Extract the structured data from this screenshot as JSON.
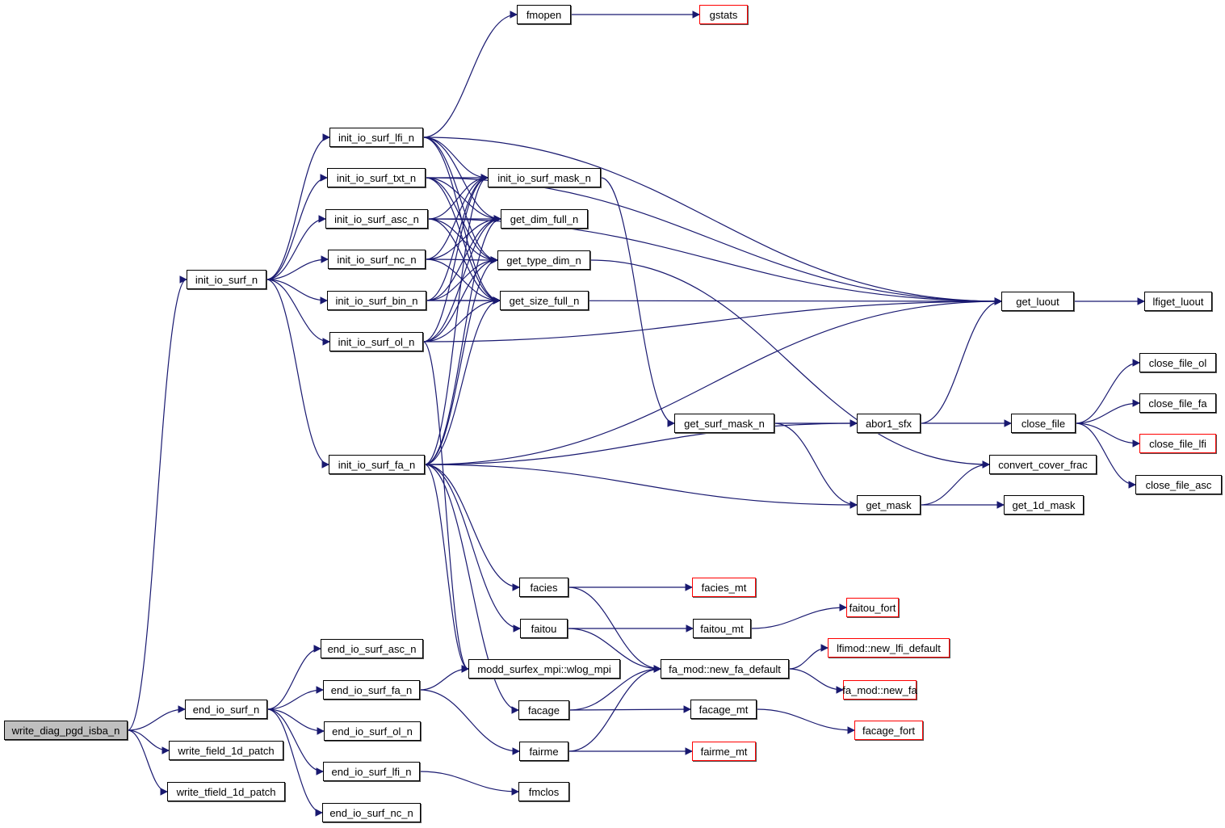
{
  "graph": {
    "title": "write_diag_pgd_isba_n call graph",
    "edge_color": "#191970",
    "root_fill": "#bfbfbf",
    "external_border": "#ff0000",
    "nodes": [
      {
        "id": "write_diag_pgd_isba_n",
        "label": "write_diag_pgd_isba_n",
        "kind": "root"
      },
      {
        "id": "init_io_surf_n",
        "label": "init_io_surf_n",
        "kind": "normal"
      },
      {
        "id": "end_io_surf_n",
        "label": "end_io_surf_n",
        "kind": "normal"
      },
      {
        "id": "write_field_1d_patch",
        "label": "write_field_1d_patch",
        "kind": "normal"
      },
      {
        "id": "write_tfield_1d_patch",
        "label": "write_tfield_1d_patch",
        "kind": "normal"
      },
      {
        "id": "init_io_surf_lfi_n",
        "label": "init_io_surf_lfi_n",
        "kind": "normal"
      },
      {
        "id": "init_io_surf_txt_n",
        "label": "init_io_surf_txt_n",
        "kind": "normal"
      },
      {
        "id": "init_io_surf_asc_n",
        "label": "init_io_surf_asc_n",
        "kind": "normal"
      },
      {
        "id": "init_io_surf_nc_n",
        "label": "init_io_surf_nc_n",
        "kind": "normal"
      },
      {
        "id": "init_io_surf_bin_n",
        "label": "init_io_surf_bin_n",
        "kind": "normal"
      },
      {
        "id": "init_io_surf_ol_n",
        "label": "init_io_surf_ol_n",
        "kind": "normal"
      },
      {
        "id": "init_io_surf_fa_n",
        "label": "init_io_surf_fa_n",
        "kind": "normal"
      },
      {
        "id": "end_io_surf_asc_n",
        "label": "end_io_surf_asc_n",
        "kind": "normal"
      },
      {
        "id": "end_io_surf_fa_n",
        "label": "end_io_surf_fa_n",
        "kind": "normal"
      },
      {
        "id": "end_io_surf_ol_n",
        "label": "end_io_surf_ol_n",
        "kind": "normal"
      },
      {
        "id": "end_io_surf_lfi_n",
        "label": "end_io_surf_lfi_n",
        "kind": "normal"
      },
      {
        "id": "end_io_surf_nc_n",
        "label": "end_io_surf_nc_n",
        "kind": "normal"
      },
      {
        "id": "fmopen",
        "label": "fmopen",
        "kind": "normal"
      },
      {
        "id": "gstats",
        "label": "gstats",
        "kind": "external"
      },
      {
        "id": "init_io_surf_mask_n",
        "label": "init_io_surf_mask_n",
        "kind": "normal"
      },
      {
        "id": "get_dim_full_n",
        "label": "get_dim_full_n",
        "kind": "normal"
      },
      {
        "id": "get_type_dim_n",
        "label": "get_type_dim_n",
        "kind": "normal"
      },
      {
        "id": "get_size_full_n",
        "label": "get_size_full_n",
        "kind": "normal"
      },
      {
        "id": "get_luout",
        "label": "get_luout",
        "kind": "normal"
      },
      {
        "id": "lfiget_luout",
        "label": "lfiget_luout",
        "kind": "normal"
      },
      {
        "id": "get_surf_mask_n",
        "label": "get_surf_mask_n",
        "kind": "normal"
      },
      {
        "id": "abor1_sfx",
        "label": "abor1_sfx",
        "kind": "normal"
      },
      {
        "id": "close_file",
        "label": "close_file",
        "kind": "normal"
      },
      {
        "id": "close_file_ol",
        "label": "close_file_ol",
        "kind": "normal"
      },
      {
        "id": "close_file_fa",
        "label": "close_file_fa",
        "kind": "normal"
      },
      {
        "id": "close_file_lfi",
        "label": "close_file_lfi",
        "kind": "external"
      },
      {
        "id": "close_file_asc",
        "label": "close_file_asc",
        "kind": "normal"
      },
      {
        "id": "convert_cover_frac",
        "label": "convert_cover_frac",
        "kind": "normal"
      },
      {
        "id": "get_mask",
        "label": "get_mask",
        "kind": "normal"
      },
      {
        "id": "get_1d_mask",
        "label": "get_1d_mask",
        "kind": "normal"
      },
      {
        "id": "facies",
        "label": "facies",
        "kind": "normal"
      },
      {
        "id": "faitou",
        "label": "faitou",
        "kind": "normal"
      },
      {
        "id": "facage",
        "label": "facage",
        "kind": "normal"
      },
      {
        "id": "fairme",
        "label": "fairme",
        "kind": "normal"
      },
      {
        "id": "fmclos",
        "label": "fmclos",
        "kind": "normal"
      },
      {
        "id": "modd_surfex_mpi_wlog_mpi",
        "label": "modd_surfex_mpi::wlog_mpi",
        "kind": "normal"
      },
      {
        "id": "facies_mt",
        "label": "facies_mt",
        "kind": "external"
      },
      {
        "id": "faitou_mt",
        "label": "faitou_mt",
        "kind": "normal"
      },
      {
        "id": "facage_mt",
        "label": "facage_mt",
        "kind": "normal"
      },
      {
        "id": "fairme_mt",
        "label": "fairme_mt",
        "kind": "external"
      },
      {
        "id": "fa_mod_new_fa_default",
        "label": "fa_mod::new_fa_default",
        "kind": "normal"
      },
      {
        "id": "faitou_fort",
        "label": "faitou_fort",
        "kind": "external"
      },
      {
        "id": "lfimod_new_lfi_default",
        "label": "lfimod::new_lfi_default",
        "kind": "external"
      },
      {
        "id": "fa_mod_new_fa",
        "label": "fa_mod::new_fa",
        "kind": "external"
      },
      {
        "id": "facage_fort",
        "label": "facage_fort",
        "kind": "external"
      }
    ],
    "edges": [
      [
        "write_diag_pgd_isba_n",
        "init_io_surf_n"
      ],
      [
        "write_diag_pgd_isba_n",
        "end_io_surf_n"
      ],
      [
        "write_diag_pgd_isba_n",
        "write_field_1d_patch"
      ],
      [
        "write_diag_pgd_isba_n",
        "write_tfield_1d_patch"
      ],
      [
        "init_io_surf_n",
        "init_io_surf_lfi_n"
      ],
      [
        "init_io_surf_n",
        "init_io_surf_txt_n"
      ],
      [
        "init_io_surf_n",
        "init_io_surf_asc_n"
      ],
      [
        "init_io_surf_n",
        "init_io_surf_nc_n"
      ],
      [
        "init_io_surf_n",
        "init_io_surf_bin_n"
      ],
      [
        "init_io_surf_n",
        "init_io_surf_ol_n"
      ],
      [
        "init_io_surf_n",
        "init_io_surf_fa_n"
      ],
      [
        "init_io_surf_lfi_n",
        "fmopen"
      ],
      [
        "init_io_surf_lfi_n",
        "init_io_surf_mask_n"
      ],
      [
        "init_io_surf_lfi_n",
        "get_dim_full_n"
      ],
      [
        "init_io_surf_lfi_n",
        "get_type_dim_n"
      ],
      [
        "init_io_surf_lfi_n",
        "get_size_full_n"
      ],
      [
        "init_io_surf_lfi_n",
        "get_luout"
      ],
      [
        "init_io_surf_txt_n",
        "init_io_surf_mask_n"
      ],
      [
        "init_io_surf_txt_n",
        "get_dim_full_n"
      ],
      [
        "init_io_surf_txt_n",
        "get_type_dim_n"
      ],
      [
        "init_io_surf_txt_n",
        "get_size_full_n"
      ],
      [
        "init_io_surf_txt_n",
        "get_luout"
      ],
      [
        "init_io_surf_asc_n",
        "init_io_surf_mask_n"
      ],
      [
        "init_io_surf_asc_n",
        "get_dim_full_n"
      ],
      [
        "init_io_surf_asc_n",
        "get_type_dim_n"
      ],
      [
        "init_io_surf_asc_n",
        "get_size_full_n"
      ],
      [
        "init_io_surf_asc_n",
        "get_luout"
      ],
      [
        "init_io_surf_nc_n",
        "init_io_surf_mask_n"
      ],
      [
        "init_io_surf_nc_n",
        "get_dim_full_n"
      ],
      [
        "init_io_surf_nc_n",
        "get_type_dim_n"
      ],
      [
        "init_io_surf_nc_n",
        "get_size_full_n"
      ],
      [
        "init_io_surf_bin_n",
        "init_io_surf_mask_n"
      ],
      [
        "init_io_surf_bin_n",
        "get_dim_full_n"
      ],
      [
        "init_io_surf_bin_n",
        "get_type_dim_n"
      ],
      [
        "init_io_surf_bin_n",
        "get_size_full_n"
      ],
      [
        "init_io_surf_bin_n",
        "get_luout"
      ],
      [
        "init_io_surf_ol_n",
        "init_io_surf_mask_n"
      ],
      [
        "init_io_surf_ol_n",
        "get_dim_full_n"
      ],
      [
        "init_io_surf_ol_n",
        "get_type_dim_n"
      ],
      [
        "init_io_surf_ol_n",
        "get_size_full_n"
      ],
      [
        "init_io_surf_ol_n",
        "get_luout"
      ],
      [
        "init_io_surf_ol_n",
        "modd_surfex_mpi_wlog_mpi"
      ],
      [
        "init_io_surf_fa_n",
        "init_io_surf_mask_n"
      ],
      [
        "init_io_surf_fa_n",
        "get_dim_full_n"
      ],
      [
        "init_io_surf_fa_n",
        "get_type_dim_n"
      ],
      [
        "init_io_surf_fa_n",
        "get_size_full_n"
      ],
      [
        "init_io_surf_fa_n",
        "get_luout"
      ],
      [
        "init_io_surf_fa_n",
        "abor1_sfx"
      ],
      [
        "init_io_surf_fa_n",
        "get_mask"
      ],
      [
        "init_io_surf_fa_n",
        "facies"
      ],
      [
        "init_io_surf_fa_n",
        "faitou"
      ],
      [
        "init_io_surf_fa_n",
        "facage"
      ],
      [
        "init_io_surf_fa_n",
        "modd_surfex_mpi_wlog_mpi"
      ],
      [
        "fmopen",
        "gstats"
      ],
      [
        "init_io_surf_mask_n",
        "get_surf_mask_n"
      ],
      [
        "get_type_dim_n",
        "convert_cover_frac"
      ],
      [
        "get_luout",
        "lfiget_luout"
      ],
      [
        "get_surf_mask_n",
        "abor1_sfx"
      ],
      [
        "get_surf_mask_n",
        "get_mask"
      ],
      [
        "abor1_sfx",
        "get_luout"
      ],
      [
        "abor1_sfx",
        "close_file"
      ],
      [
        "close_file",
        "close_file_ol"
      ],
      [
        "close_file",
        "close_file_fa"
      ],
      [
        "close_file",
        "close_file_lfi"
      ],
      [
        "close_file",
        "close_file_asc"
      ],
      [
        "get_mask",
        "convert_cover_frac"
      ],
      [
        "get_mask",
        "get_1d_mask"
      ],
      [
        "end_io_surf_n",
        "end_io_surf_asc_n"
      ],
      [
        "end_io_surf_n",
        "end_io_surf_fa_n"
      ],
      [
        "end_io_surf_n",
        "end_io_surf_ol_n"
      ],
      [
        "end_io_surf_n",
        "end_io_surf_lfi_n"
      ],
      [
        "end_io_surf_n",
        "end_io_surf_nc_n"
      ],
      [
        "end_io_surf_fa_n",
        "modd_surfex_mpi_wlog_mpi"
      ],
      [
        "end_io_surf_fa_n",
        "fairme"
      ],
      [
        "end_io_surf_lfi_n",
        "fmclos"
      ],
      [
        "facies",
        "facies_mt"
      ],
      [
        "facies",
        "fa_mod_new_fa_default"
      ],
      [
        "faitou",
        "faitou_mt"
      ],
      [
        "faitou",
        "fa_mod_new_fa_default"
      ],
      [
        "faitou_mt",
        "faitou_fort"
      ],
      [
        "facage",
        "facage_mt"
      ],
      [
        "facage",
        "fa_mod_new_fa_default"
      ],
      [
        "facage_mt",
        "facage_fort"
      ],
      [
        "fairme",
        "fairme_mt"
      ],
      [
        "fairme",
        "fa_mod_new_fa_default"
      ],
      [
        "fa_mod_new_fa_default",
        "lfimod_new_lfi_default"
      ],
      [
        "fa_mod_new_fa_default",
        "fa_mod_new_fa"
      ]
    ]
  }
}
